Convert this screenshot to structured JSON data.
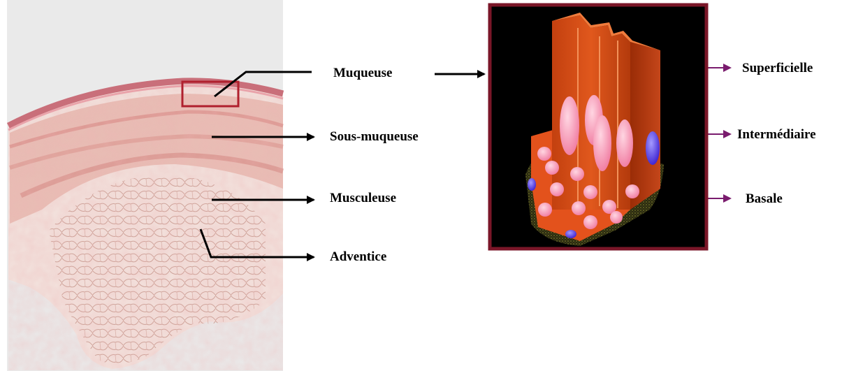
{
  "layers": {
    "muqueuse": "Muqueuse",
    "sous_muqueuse": "Sous-muqueuse",
    "musculeuse": "Musculeuse",
    "adventice": "Adventice"
  },
  "epithelium": {
    "superficielle": "Superficielle",
    "intermediaire": "Intermédiaire",
    "basale": "Basale"
  },
  "colors": {
    "arrow_black": "#000000",
    "arrow_purple": "#7a1c6e",
    "frame_border": "#7a1628",
    "highlight_box": "#b0202e"
  }
}
